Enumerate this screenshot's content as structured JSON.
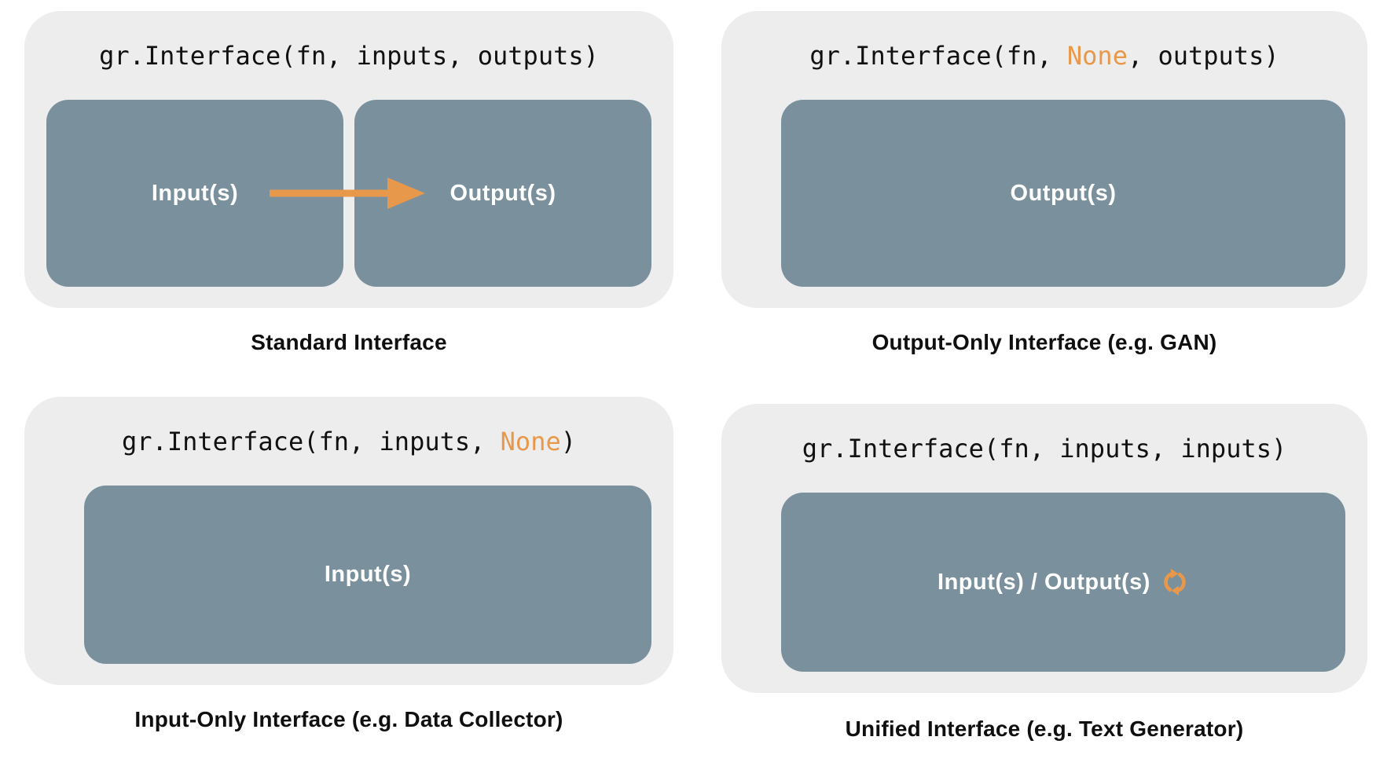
{
  "colors": {
    "page_bg": "#FFFFFF",
    "card_bg": "#EDEDEE",
    "box_bg": "#7A909C",
    "accent": "#E8984B",
    "code_text": "#111111",
    "caption_text": "#0F0F0F",
    "box_text": "#FFFFFF"
  },
  "panels": [
    {
      "name": "standard",
      "code_segments": {
        "pre": "gr.Interface(fn, inputs, outputs)",
        "accent": "",
        "post": ""
      },
      "boxes": [
        {
          "label": "Input(s)"
        },
        {
          "label": "Output(s)"
        }
      ],
      "arrow_icon": "right-arrow-icon",
      "caption": "Standard Interface"
    },
    {
      "name": "output-only",
      "code_segments": {
        "pre": "gr.Interface(fn, ",
        "accent": "None",
        "post": ", outputs)"
      },
      "boxes": [
        {
          "label": "Output(s)"
        }
      ],
      "caption": "Output-Only Interface (e.g. GAN)"
    },
    {
      "name": "input-only",
      "code_segments": {
        "pre": "gr.Interface(fn, inputs, ",
        "accent": "None",
        "post": ")"
      },
      "boxes": [
        {
          "label": "Input(s)"
        }
      ],
      "caption": "Input-Only Interface (e.g. Data Collector)"
    },
    {
      "name": "unified",
      "code_segments": {
        "pre": "gr.Interface(fn, inputs, inputs)",
        "accent": "",
        "post": ""
      },
      "boxes": [
        {
          "label": "Input(s) / Output(s)"
        }
      ],
      "icon": "cycle-arrows-icon",
      "caption": "Unified Interface (e.g. Text Generator)"
    }
  ]
}
